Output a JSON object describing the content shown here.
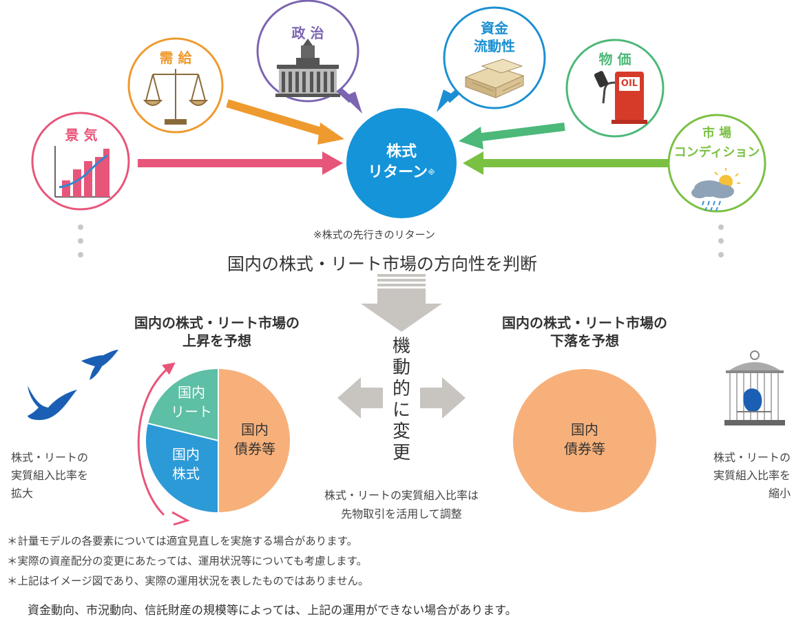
{
  "factors": [
    {
      "label": "景 気",
      "color": "#e8557a",
      "icon": "chart-icon"
    },
    {
      "label": "需 給",
      "color": "#ef9a2e",
      "icon": "scale-icon"
    },
    {
      "label": "政 治",
      "color": "#7b64b0",
      "icon": "parliament-icon"
    },
    {
      "label": "資金\n流動性",
      "color": "#1b8fd2",
      "icon": "money-stack-icon"
    },
    {
      "label": "物 価",
      "color": "#4cb879",
      "icon": "fuel-pump-icon"
    },
    {
      "label": "市 場\nコンディション",
      "color": "#7ac043",
      "icon": "weather-icon"
    }
  ],
  "oil_text": "OIL",
  "center": {
    "line1": "株式",
    "line2": "リターン",
    "mark": "※",
    "color": "#1594d9"
  },
  "center_note": "※株式の先行きのリターン",
  "judgment": "国内の株式・リート市場の方向性を判断",
  "vertical_text": [
    "機",
    "動",
    "的",
    "に",
    "変",
    "更"
  ],
  "rise": {
    "heading_1": "国内の株式・リート市場の",
    "heading_2": "上昇を予想",
    "pie": [
      {
        "label_1": "国内",
        "label_2": "リート",
        "color": "#5dbfa5"
      },
      {
        "label_1": "国内",
        "label_2": "株式",
        "color": "#2d9ad8"
      },
      {
        "label_1": "国内",
        "label_2": "債券等",
        "color": "#f7b07a"
      }
    ],
    "note_lines": [
      "株式・リートの",
      "実質組入比率を",
      "拡大"
    ]
  },
  "fall": {
    "heading_1": "国内の株式・リート市場の",
    "heading_2": "下落を予想",
    "pie_label_1": "国内",
    "pie_label_2": "債券等",
    "pie_color": "#f7b07a",
    "note_lines": [
      "株式・リートの",
      "実質組入比率を",
      "縮小"
    ]
  },
  "adjust_note_1": "株式・リートの実質組入比率は",
  "adjust_note_2": "先物取引を活用して調整",
  "footnotes": [
    "＊計量モデルの各要素については適宜見直しを実施する場合があります。",
    "＊実際の資産配分の変更にあたっては、運用状況等についても考慮します。",
    "＊上記はイメージ図であり、実際の運用状況を表したものではありません。"
  ],
  "disclaimer": "資金動向、市況動向、信託財産の規模等によっては、上記の運用ができない場合があります。"
}
